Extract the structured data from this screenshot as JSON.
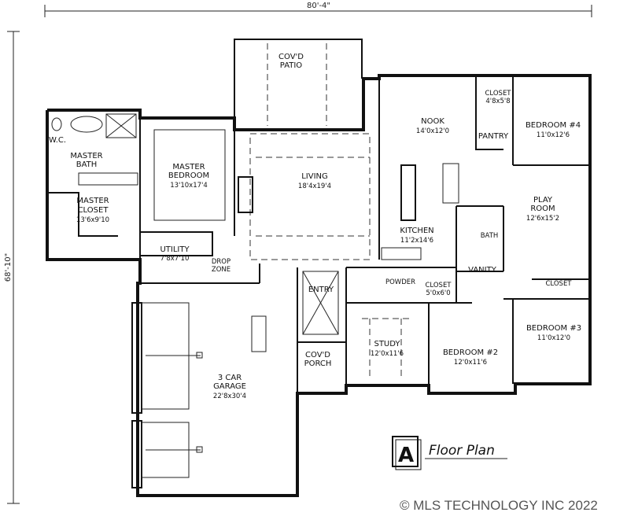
{
  "dimensions": {
    "width": "80'-4\"",
    "depth": "68'-10\""
  },
  "rooms": {
    "covd_patio": {
      "name1": "COV'D",
      "name2": "PATIO"
    },
    "nook": {
      "name": "NOOK",
      "size": "14'0x12'0"
    },
    "closet_top": {
      "name": "CLOSET",
      "size": "4'8x5'8"
    },
    "bedroom4": {
      "name": "BEDROOM #4",
      "size": "11'0x12'6"
    },
    "pantry": {
      "name": "PANTRY"
    },
    "wc": {
      "name": "W.C."
    },
    "master_bath": {
      "name1": "MASTER",
      "name2": "BATH"
    },
    "master_bedroom": {
      "name1": "MASTER",
      "name2": "BEDROOM",
      "size": "13'10x17'4"
    },
    "living": {
      "name": "LIVING",
      "size": "18'4x19'4"
    },
    "master_closet": {
      "name1": "MASTER",
      "name2": "CLOSET",
      "size": "13'6x9'10"
    },
    "play_room": {
      "name1": "PLAY",
      "name2": "ROOM",
      "size": "12'6x15'2"
    },
    "kitchen": {
      "name": "KITCHEN",
      "size": "11'2x14'6"
    },
    "bath": {
      "name": "BATH"
    },
    "utility": {
      "name": "UTILITY",
      "size": "7'8x7'10"
    },
    "drop_zone": {
      "name1": "DROP",
      "name2": "ZONE"
    },
    "powder": {
      "name": "POWDER"
    },
    "vanity": {
      "name": "VANITY"
    },
    "closet_bed2": {
      "name": "CLOSET",
      "size": "5'0x6'0"
    },
    "closet_bed3": {
      "name": "CLOSET"
    },
    "entry": {
      "name": "ENTRY"
    },
    "bedroom3": {
      "name": "BEDROOM #3",
      "size": "11'0x12'0"
    },
    "study": {
      "name": "STUDY",
      "size": "12'0x11'6"
    },
    "bedroom2": {
      "name": "BEDROOM #2",
      "size": "12'0x11'6"
    },
    "covd_porch": {
      "name1": "COV'D",
      "name2": "PORCH"
    },
    "garage": {
      "name1": "3 CAR",
      "name2": "GARAGE",
      "size": "22'8x30'4"
    }
  },
  "plan_label": {
    "letter": "A",
    "title": "Floor Plan"
  },
  "copyright": "© MLS TECHNOLOGY INC 2022"
}
